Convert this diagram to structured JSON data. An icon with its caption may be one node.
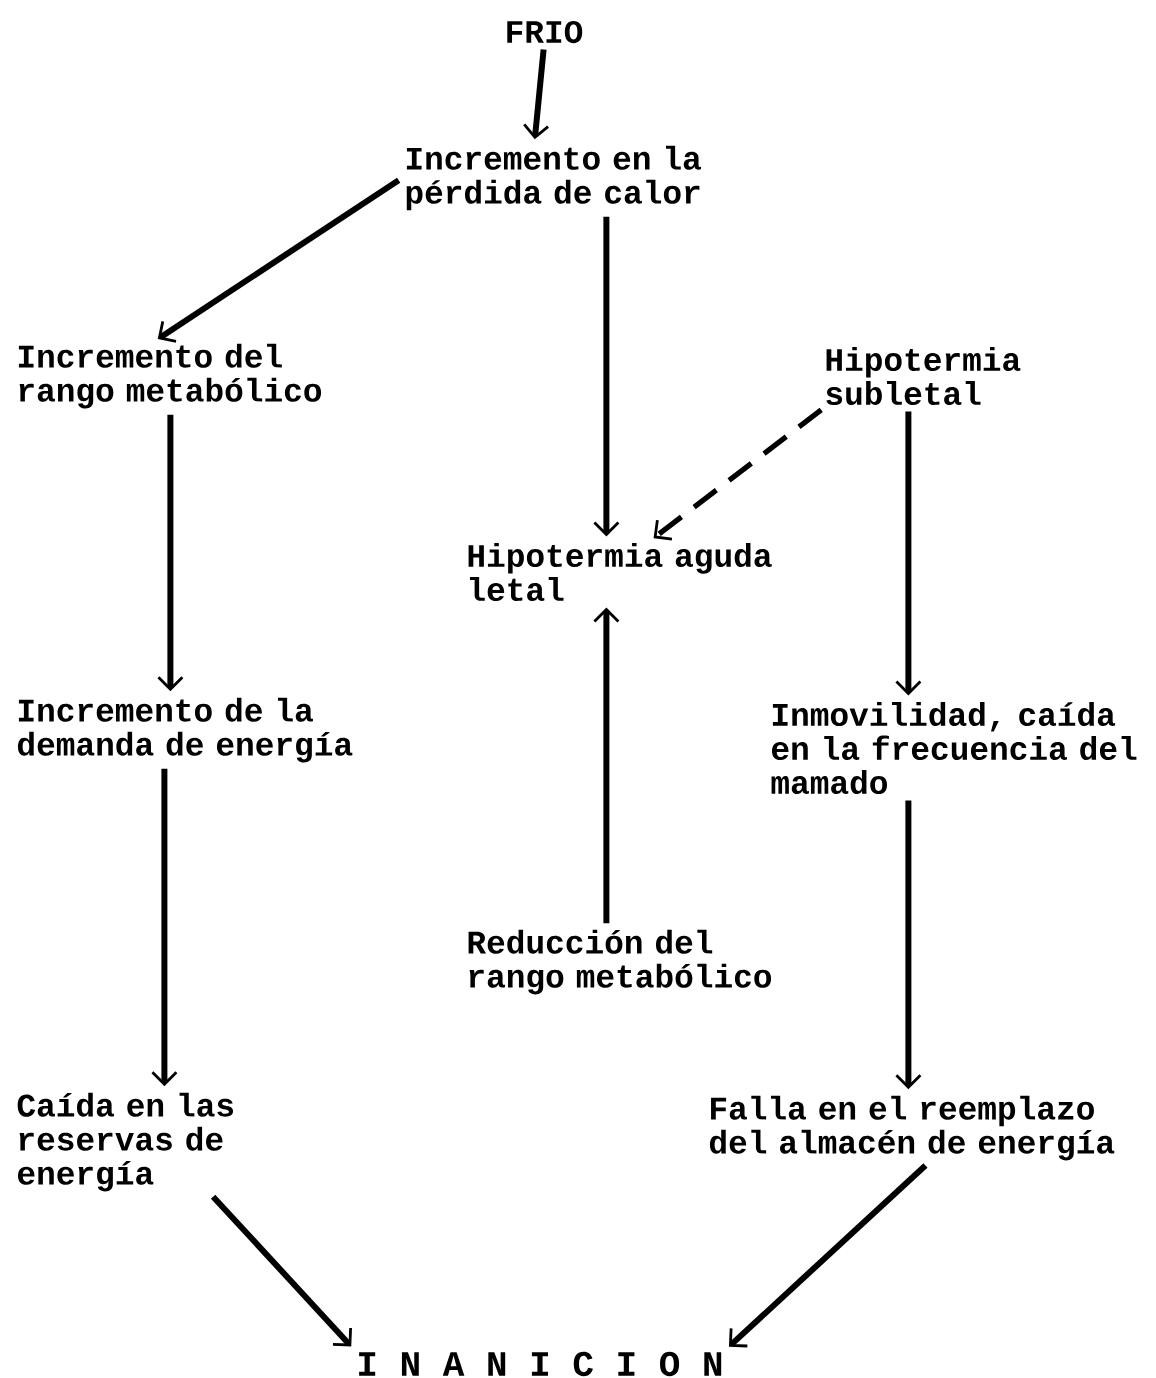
{
  "diagram": {
    "nodes": [
      {
        "text": [
          "FRIO"
        ]
      },
      {
        "text": [
          "Incremento en la pérdida de calor"
        ]
      },
      {
        "text": [
          "Incremento del rango metabólico"
        ]
      },
      {
        "text": [
          "Hipotermia subletal"
        ]
      },
      {
        "text": [
          "Hipotermia aguda letal"
        ]
      },
      {
        "text": [
          "Incremento de la demanda de energía"
        ]
      },
      {
        "text": [
          "Inmovilidad, caída en la frecuencia del mamado"
        ]
      },
      {
        "text": [
          "Reducción del rango metabólico"
        ]
      },
      {
        "text": [
          "Caída en las reservas de energía"
        ]
      },
      {
        "text": [
          "Falla en el reemplazo del almacén de energía"
        ]
      },
      {
        "text": [
          "I N A N I C I O N"
        ]
      }
    ],
    "edges": [
      {
        "from": 0,
        "to": 1,
        "arrow": "to"
      },
      {
        "from": 1,
        "to": 2,
        "arrow": "to"
      },
      {
        "from": 1,
        "to": 4,
        "arrow": "to"
      },
      {
        "from": 3,
        "to": 4,
        "arrow": "to",
        "style": "dashed"
      },
      {
        "from": 3,
        "to": 6,
        "arrow": "to"
      },
      {
        "from": 2,
        "to": 5,
        "arrow": "to"
      },
      {
        "from": 7,
        "to": 4,
        "arrow": "to"
      },
      {
        "from": 5,
        "to": 8,
        "arrow": "to"
      },
      {
        "from": 6,
        "to": 9,
        "arrow": "to"
      },
      {
        "from": 8,
        "to": 10,
        "arrow": "to"
      },
      {
        "from": 9,
        "to": 10,
        "arrow": "to"
      }
    ]
  }
}
